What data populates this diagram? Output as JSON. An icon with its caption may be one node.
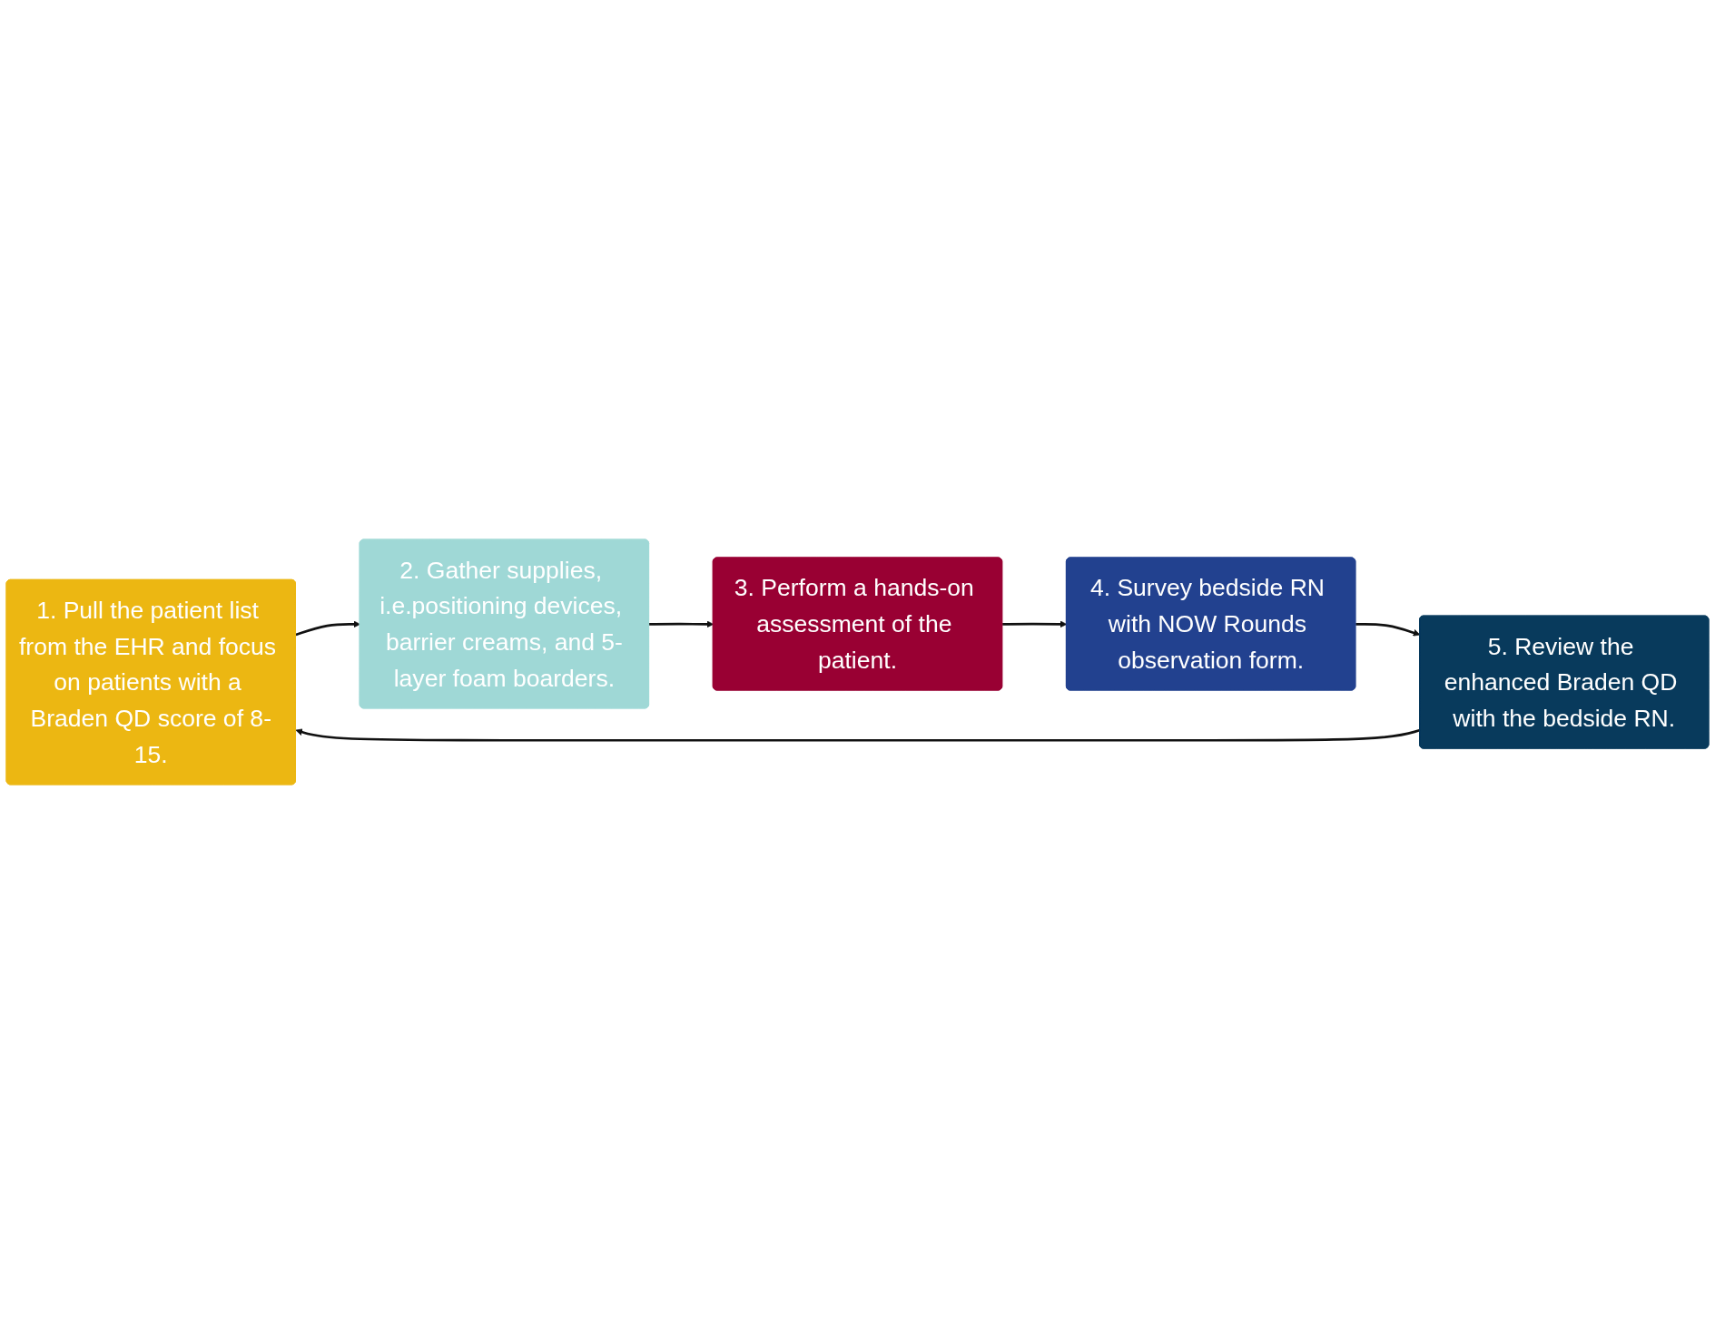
{
  "diagram": {
    "nodes": [
      {
        "text": [
          "1. Pull the patient list from the EHR and focus on patients with a Braden QD score of 8-15."
        ]
      },
      {
        "text": [
          "2. Gather supplies, i.e.positioning devices, barrier creams, and 5-layer foam boarders."
        ]
      },
      {
        "text": [
          "3. Perform a hands-on assessment of the patient."
        ]
      },
      {
        "text": [
          "4. Survey bedside RN with NOW Rounds observation form."
        ]
      },
      {
        "text": [
          "5. Review the enhanced Braden QD with the bedside RN."
        ]
      }
    ],
    "edges": [
      {
        "from": 0,
        "to": 1,
        "arrow": "to"
      },
      {
        "from": 1,
        "to": 2,
        "arrow": "to"
      },
      {
        "from": 2,
        "to": 3,
        "arrow": "to"
      },
      {
        "from": 3,
        "to": 4,
        "arrow": "to"
      },
      {
        "from": 4,
        "to": 0,
        "arrow": "to"
      }
    ]
  }
}
